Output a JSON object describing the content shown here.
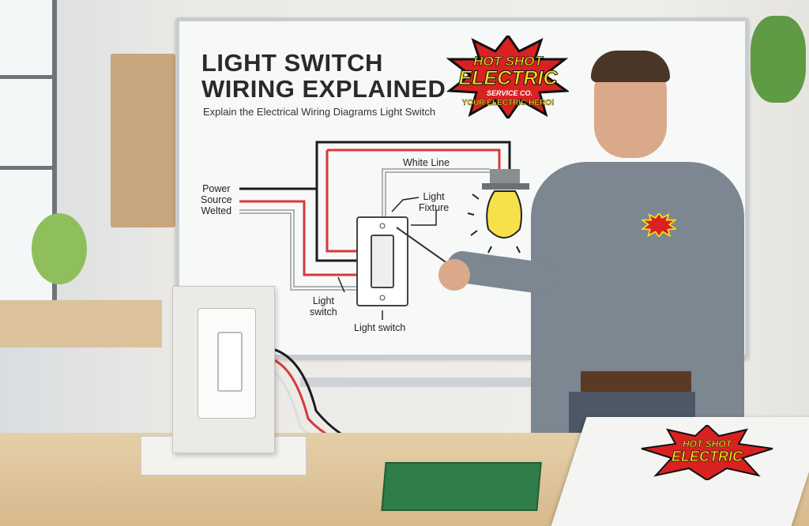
{
  "whiteboard": {
    "title_line1": "LIGHT SWITCH",
    "title_line2": "WIRING EXPLAINED",
    "subtitle": "Explain the Electrical Wiring Diagrams Light Switch",
    "labels": {
      "power_line1": "Power",
      "power_line2": "Source",
      "power_line3": "Welted",
      "white_line": "White Line",
      "fixture_line1": "Light",
      "fixture_line2": "Fixture",
      "switch_left_line1": "Light",
      "switch_left_line2": "switch",
      "switch_bottom": "Light switch"
    }
  },
  "logo": {
    "line1": "HOT SHOT",
    "line2": "ELECTRIC",
    "line3": "SERVICE CO.",
    "line4": "YOUR ELECTRIC HERO!"
  },
  "colors": {
    "wire_red": "#d8383a",
    "wire_black": "#1c1c1c",
    "bulb": "#f7e14a",
    "logo_red": "#d92121",
    "logo_yellow": "#f5e21a"
  }
}
